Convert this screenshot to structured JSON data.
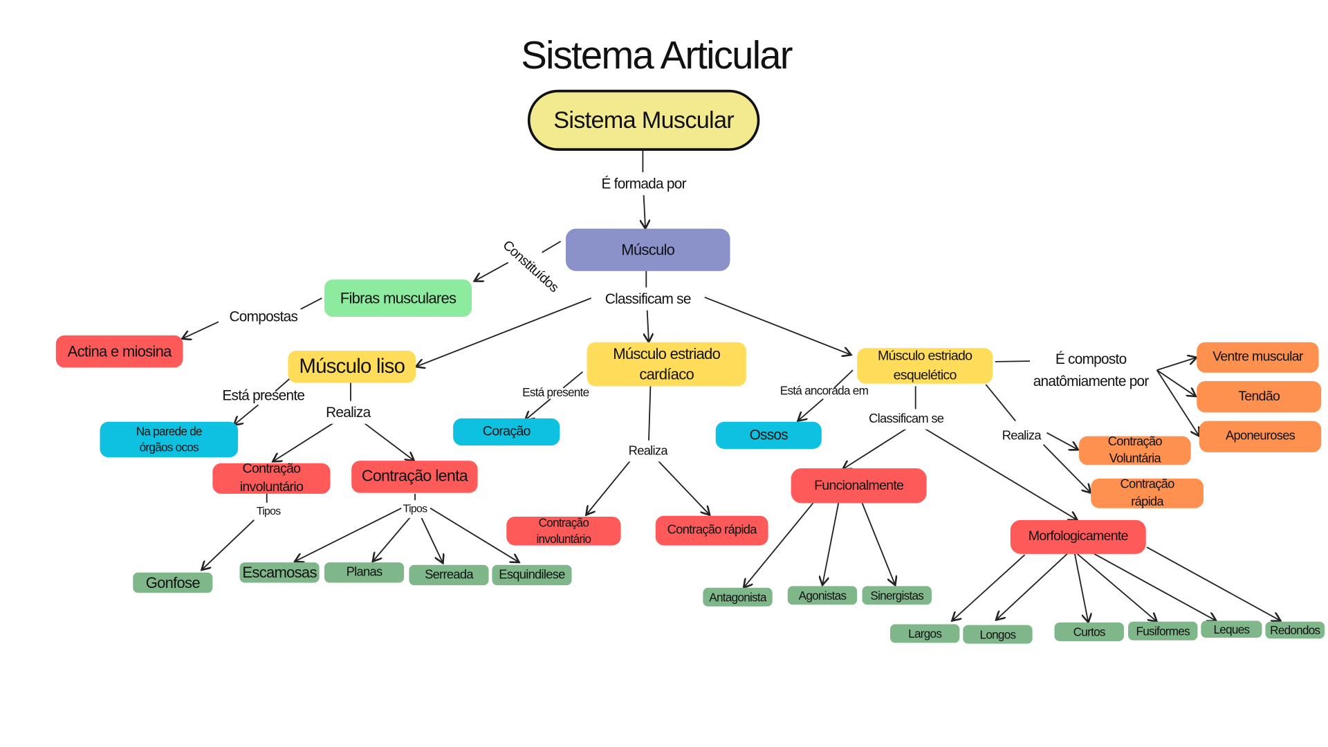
{
  "title": "Sistema Articular",
  "colors": {
    "root": "#f3ea8f",
    "musculo": "#8b91c9",
    "fibras": "#8deba0",
    "red": "#ff5a5a",
    "yellow": "#ffdc5a",
    "blue": "#0fc1e0",
    "orange": "#ff9150",
    "green": "#7fb78a"
  },
  "nodes": {
    "root": "Sistema Muscular",
    "musculo": "Músculo",
    "fibras": "Fibras musculares",
    "actina": "Actina e miosina",
    "liso": "Músculo  liso",
    "cardiaco": "Músculo estriado cardíaco",
    "esqueletico": "Músculo estriado esquelético",
    "parede": "Na parede de órgãos ocos",
    "coracao": "Coração",
    "ossos": "Ossos",
    "liso_involuntario": "Contração involuntário",
    "lenta": "Contração lenta",
    "card_involuntario": "Contração involuntário",
    "card_rapida": "Contração rápida",
    "funcionalmente": "Funcionalmente",
    "morfologicamente": "Morfologicamente",
    "ventre": "Ventre muscular",
    "tendao": "Tendão",
    "aponeuroses": "Aponeuroses",
    "voluntaria": "Contração Voluntária",
    "esq_rapida": "Contração rápida",
    "gonfose": "Gonfose",
    "escamosas": "Escamosas",
    "planas": "Planas",
    "serreada": "Serreada",
    "esquindilese": "Esquindilese",
    "antagonista": "Antagonista",
    "agonistas": "Agonistas",
    "sinergistas": "Sinergistas",
    "largos": "Largos",
    "longos": "Longos",
    "curtos": "Curtos",
    "fusiformes": "Fusiformes",
    "leques": "Leques",
    "redondos": "Redondos"
  },
  "labels": {
    "formada": "É formada por",
    "constituidos": "Constituídos",
    "classificam1": "Classificam se",
    "compostas": "Compostas",
    "presente1": "Está presente",
    "realiza1": "Realiza",
    "presente2": "Está presente",
    "realiza2": "Realiza",
    "ancorada": "Está ancorada em",
    "classificam2": "Classificam se",
    "realiza3": "Realiza",
    "composto": "É composto anatômiamente por",
    "tipos1": "Tipos",
    "tipos2": "Tipos"
  }
}
